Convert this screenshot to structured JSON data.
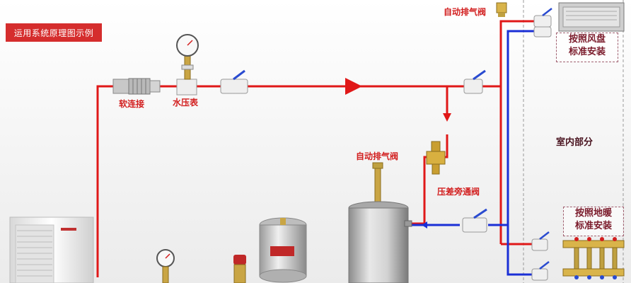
{
  "title": "运用系统原理图示例",
  "labels": {
    "soft_connector": "软连接",
    "water_pressure_gauge": "水压表",
    "auto_air_vent_top": "自动排气阀",
    "auto_air_vent_mid": "自动排气阀",
    "differential_bypass_valve": "压差旁通阀",
    "indoor_section": "室内部分",
    "fan_coil_install_line1": "按照风盘",
    "fan_coil_install_line2": "标准安装",
    "floor_heating_install_line1": "按照地暖",
    "floor_heating_install_line2": "标准安装"
  },
  "colors": {
    "supply_pipe": "#e01818",
    "return_pipe": "#1a2fd6",
    "title_bg": "#d52d2d",
    "label_text": "#d21e1e",
    "install_box_text": "#7a1a2a"
  },
  "icons": {
    "outdoor_unit": "heat-pump-unit-icon",
    "gauge": "pressure-gauge-icon",
    "valve": "ball-valve-icon",
    "tank": "buffer-tank-icon",
    "expansion": "expansion-tank-icon",
    "fan_coil": "fan-coil-icon",
    "manifold": "floor-heating-manifold-icon"
  }
}
